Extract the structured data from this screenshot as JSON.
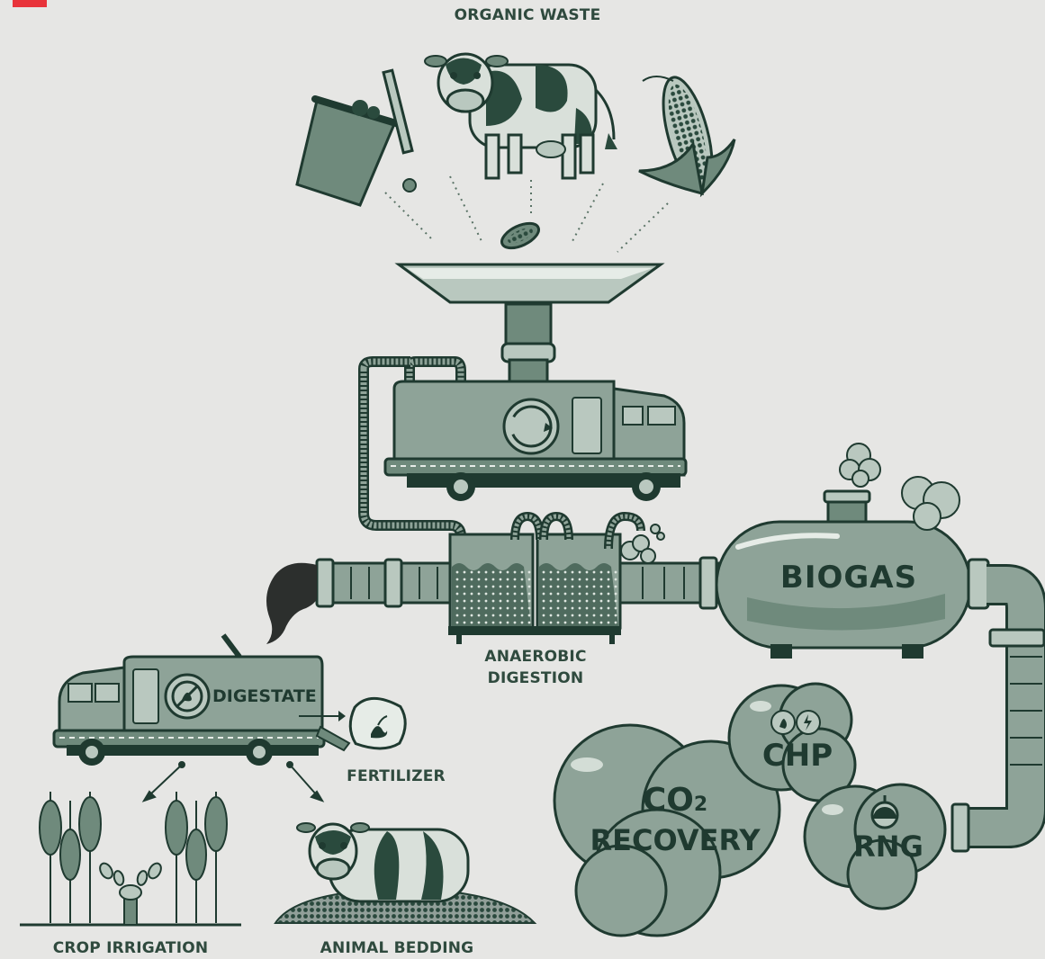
{
  "labels": {
    "organic_waste": "ORGANIC WASTE",
    "anaerobic_digestion": "ANAEROBIC\nDIGESTION",
    "biogas": "BIOGAS",
    "digestate": "DIGESTATE",
    "fertilizer": "FERTILIZER",
    "crop_irrigation": "CROP IRRIGATION",
    "animal_bedding": "ANIMAL BEDDING",
    "chp": "CHP",
    "rng": "RNG",
    "co2_recovery": "CO2 RECOVERY"
  },
  "co2_parts": {
    "co": "CO",
    "sub": "2",
    "recovery": "RECOVERY"
  },
  "colors": {
    "background": "#e6e6e4",
    "dark": "#1f3a30",
    "mid": "#6f8a7c",
    "light": "#b9c8bf",
    "accent": "#e8333a"
  },
  "icons": [
    "bin-icon",
    "cow-icon",
    "corn-icon",
    "funnel-icon",
    "truck-icon",
    "pipe-icon",
    "digester-tank-icon",
    "biogas-tank-icon",
    "fertilizer-bag-icon",
    "wheat-icon",
    "sprinkler-icon",
    "cloud-icon"
  ]
}
